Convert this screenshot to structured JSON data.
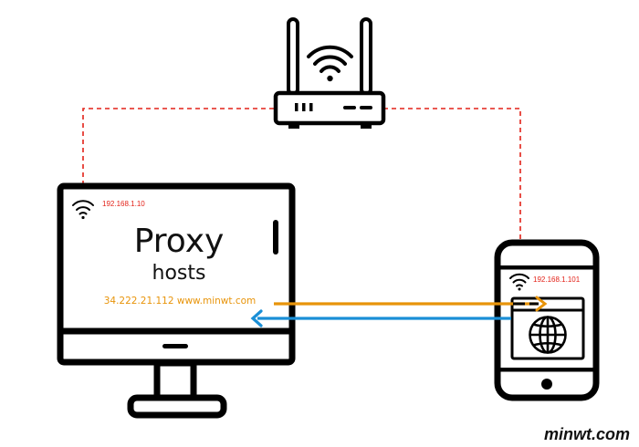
{
  "router": {
    "icon": "wifi-router-icon"
  },
  "computer": {
    "ip": "192.168.1.10",
    "title": "Proxy",
    "subtitle": "hosts",
    "host_entry": "34.222.21.112  www.minwt.com"
  },
  "phone": {
    "ip": "192.168.1.101",
    "browser_icon": "globe-icon"
  },
  "watermark": "minwt.com",
  "colors": {
    "link": "#e32219",
    "request": "#e8940a",
    "response": "#1a8fd6",
    "device": "#000000"
  }
}
